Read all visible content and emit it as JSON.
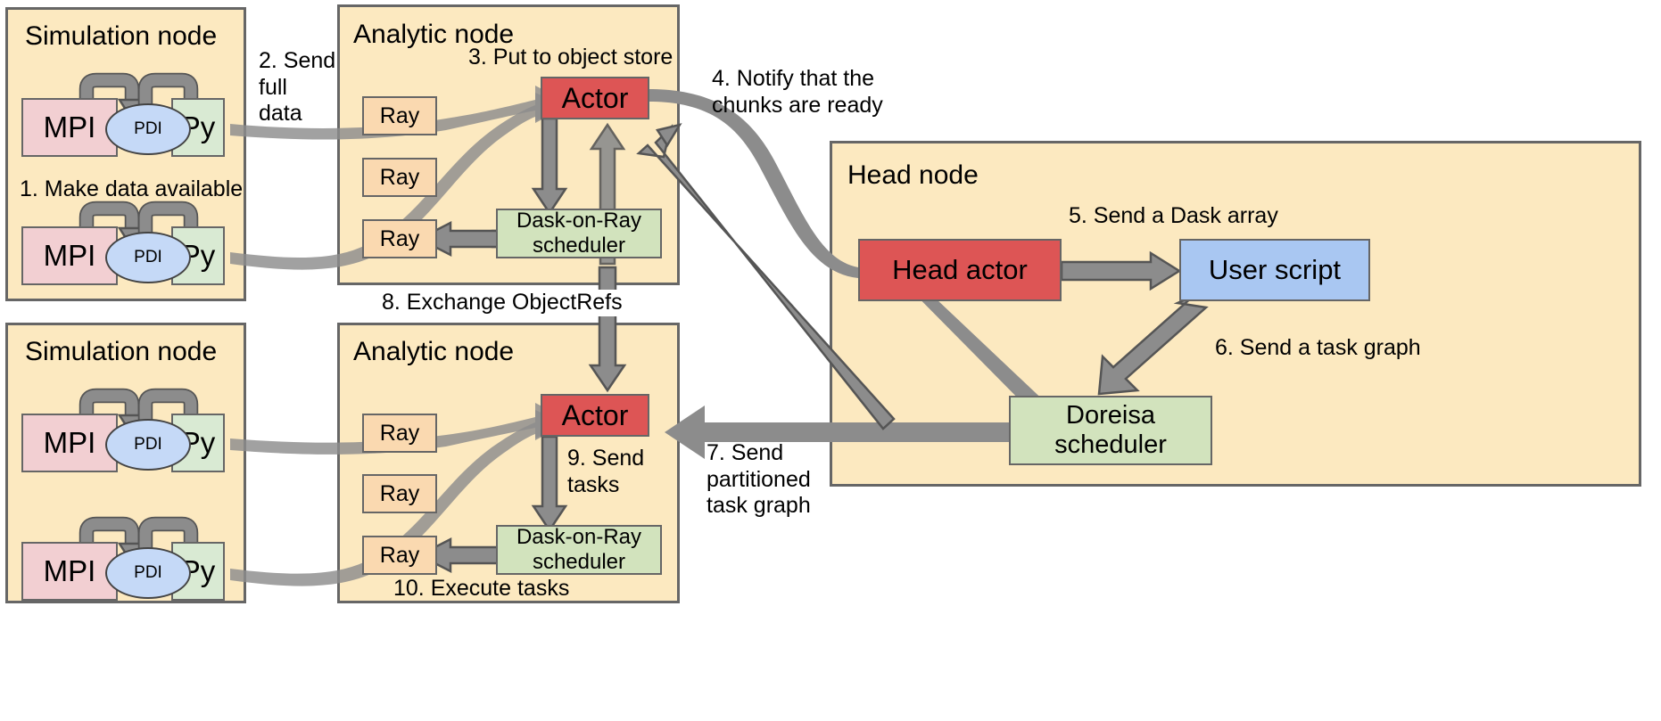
{
  "diagram": {
    "title": "Doreisa distributed in-situ analytics architecture",
    "colors": {
      "node_fill": "#fce9c0",
      "node_stroke": "#666666",
      "mpi_fill": "#f2cfd2",
      "py_fill": "#d9ead3",
      "pdi_fill": "#c5d9f7",
      "ray_fill": "#fad9b0",
      "actor_fill": "#dd5555",
      "scheduler_fill": "#d2e3bd",
      "user_script_fill": "#a9c7f2",
      "arrow_fill": "#8c8c8c",
      "arrow_stroke": "#555555"
    }
  },
  "nodes": {
    "simulation_top": {
      "title": "Simulation node",
      "procs": [
        {
          "mpi": "MPI",
          "pdi": "PDI",
          "py": "Py"
        },
        {
          "mpi": "MPI",
          "pdi": "PDI",
          "py": "Py"
        }
      ],
      "inner_label": "1. Make data available"
    },
    "simulation_bottom": {
      "title": "Simulation node",
      "procs": [
        {
          "mpi": "MPI",
          "pdi": "PDI",
          "py": "Py"
        },
        {
          "mpi": "MPI",
          "pdi": "PDI",
          "py": "Py"
        }
      ]
    },
    "analytic_top": {
      "title": "Analytic node",
      "rays": [
        "Ray",
        "Ray",
        "Ray"
      ],
      "actor": "Actor",
      "scheduler": "Dask-on-Ray\nscheduler",
      "inner_label": "3. Put to object store"
    },
    "analytic_bottom": {
      "title": "Analytic node",
      "rays": [
        "Ray",
        "Ray",
        "Ray"
      ],
      "actor": "Actor",
      "scheduler": "Dask-on-Ray\nscheduler",
      "inner_label_tasks": "9. Send\ntasks",
      "inner_label_execute": "10. Execute tasks"
    },
    "head": {
      "title": "Head node",
      "head_actor": "Head actor",
      "user_script": "User script",
      "doreisa_scheduler": "Doreisa\nscheduler"
    }
  },
  "step_labels": {
    "s1": "1. Make data available",
    "s2": "2. Send\nfull\ndata",
    "s3": "3. Put to object store",
    "s4": "4. Notify that the\nchunks are ready",
    "s5": "5. Send a Dask array",
    "s6": "6. Send a task graph",
    "s7": "7. Send\npartitioned\ntask graph",
    "s8": "8. Exchange ObjectRefs",
    "s9": "9. Send\ntasks",
    "s10": "10. Execute tasks"
  }
}
